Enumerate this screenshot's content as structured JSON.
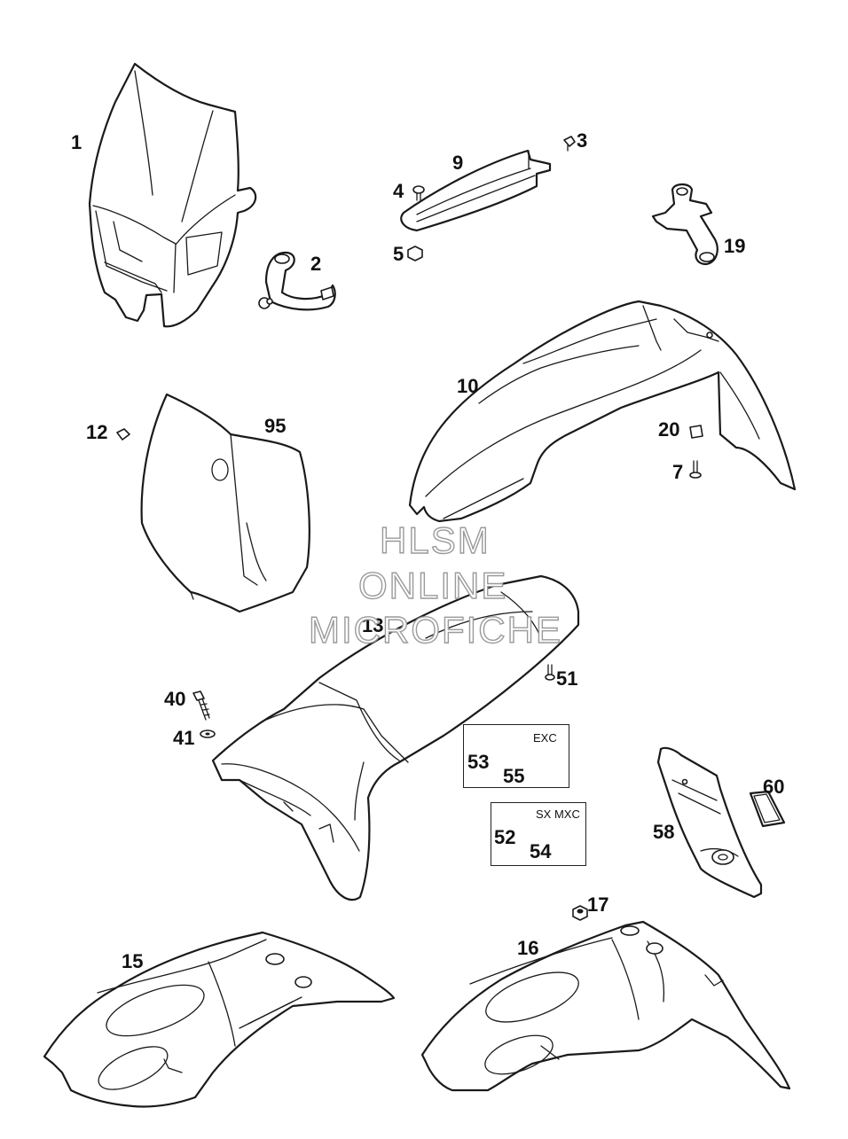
{
  "callouts": {
    "p1": "1",
    "p2": "2",
    "p3": "3",
    "p4": "4",
    "p5": "5",
    "p7": "7",
    "p9": "9",
    "p10": "10",
    "p12": "12",
    "p13": "13",
    "p15": "15",
    "p16": "16",
    "p17": "17",
    "p19": "19",
    "p20": "20",
    "p40": "40",
    "p41": "41",
    "p51": "51",
    "p52": "52",
    "p53": "53",
    "p54": "54",
    "p55": "55",
    "p58": "58",
    "p60": "60",
    "p95": "95"
  },
  "boxes": {
    "exc": {
      "title": "EXC"
    },
    "sxmxc": {
      "title": "SX MXC"
    }
  },
  "watermark": {
    "line1": "HLSM",
    "line2": "ONLINE",
    "line3": "MICROFICHE"
  }
}
